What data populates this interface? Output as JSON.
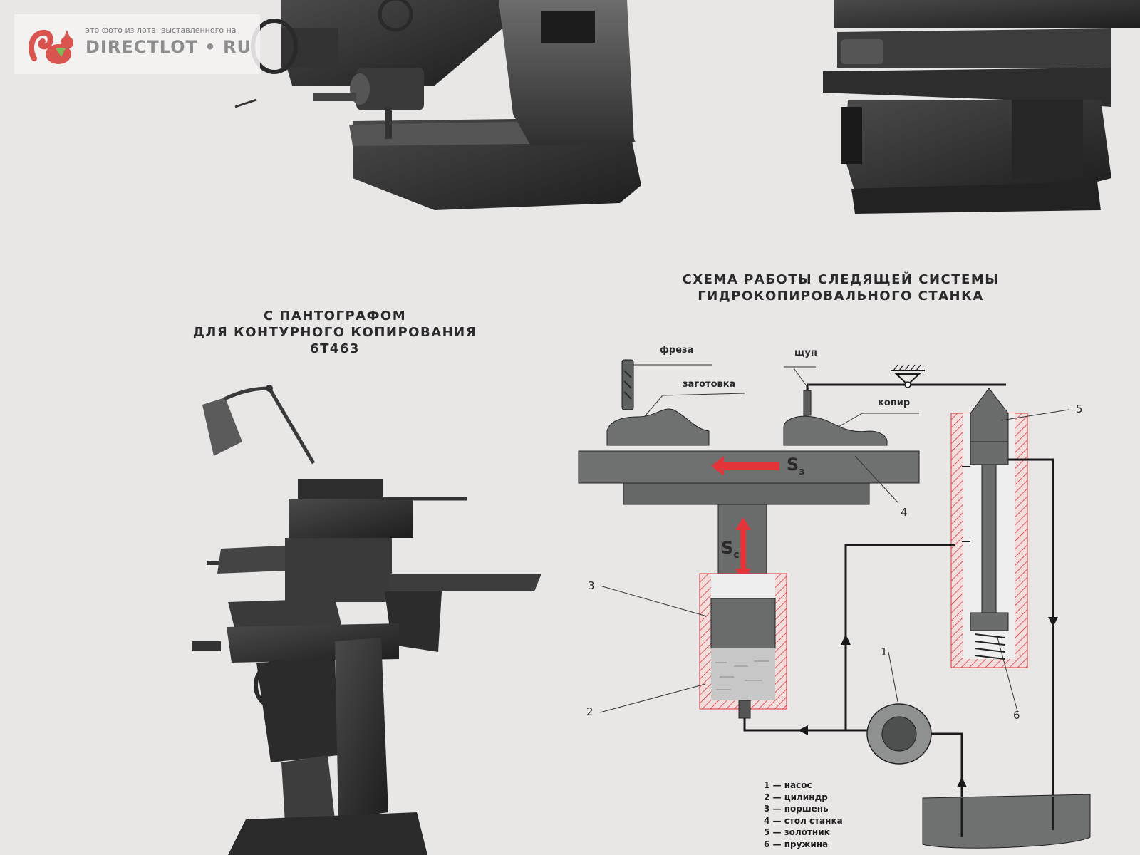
{
  "watermark": {
    "caption": "это фото из лота, выставленного на",
    "site": "DIRECTLOT • RU",
    "icon": "squirrel-logo-icon",
    "color": "#d9534f"
  },
  "pantograph_title": {
    "line1": "С ПАНТОГРАФОМ",
    "line2": "ДЛЯ КОНТУРНОГО КОПИРОВАНИЯ",
    "line3": "6Т463"
  },
  "scheme_title": {
    "line1": "СХЕМА РАБОТЫ СЛЕДЯЩЕЙ СИСТЕМЫ",
    "line2": "ГИДРОКОПИРОВАЛЬНОГО СТАНКА"
  },
  "diagram": {
    "labels": {
      "cutter": "фреза",
      "workpiece": "заготовка",
      "probe": "щуп",
      "copier": "копир",
      "table_feed": "S",
      "table_feed_sub": "з",
      "cylinder_feed": "S",
      "cylinder_feed_sub": "с"
    },
    "numbers": {
      "pump": "1",
      "cylinder": "2",
      "piston": "3",
      "table": "4",
      "spool": "5",
      "spring": "6"
    },
    "colors": {
      "hatch": "#d9373a",
      "arrow": "#e3343a",
      "metal": "#6d6e6e",
      "line": "#1a1a1a"
    }
  },
  "legend": [
    "1 — насос",
    "2 — цилиндр",
    "3 — поршень",
    "4 — стол станка",
    "5 — золотник",
    "6 — пружина"
  ]
}
